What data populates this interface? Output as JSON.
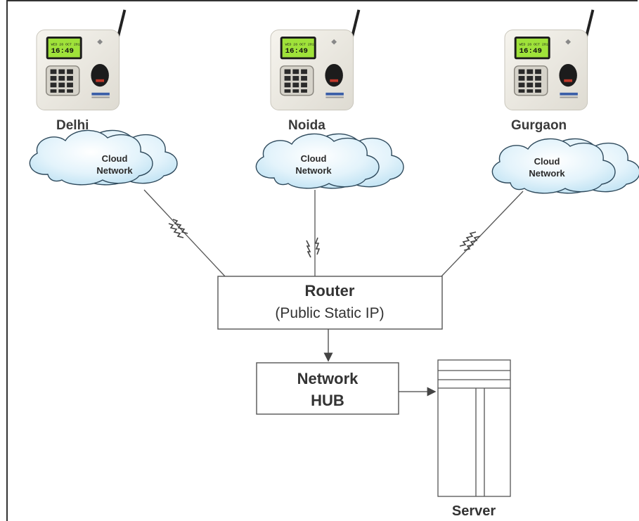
{
  "sites": [
    {
      "name": "Delhi",
      "device_time": "16:49",
      "cloud_line1": "Cloud",
      "cloud_line2": "Network"
    },
    {
      "name": "Noida",
      "device_time": "16:49",
      "cloud_line1": "Cloud",
      "cloud_line2": "Network"
    },
    {
      "name": "Gurgaon",
      "device_time": "16:49",
      "cloud_line1": "Cloud",
      "cloud_line2": "Network"
    }
  ],
  "router": {
    "title": "Router",
    "subtitle": "(Public Static IP)"
  },
  "hub": {
    "line1": "Network",
    "line2": "HUB"
  },
  "server": {
    "label": "Server"
  },
  "colors": {
    "cloud_fill": "#d8eefa",
    "cloud_stroke": "#2f4a5c",
    "device_body": "#eeece6",
    "lcd": "#9fe23a",
    "line": "#555555"
  }
}
